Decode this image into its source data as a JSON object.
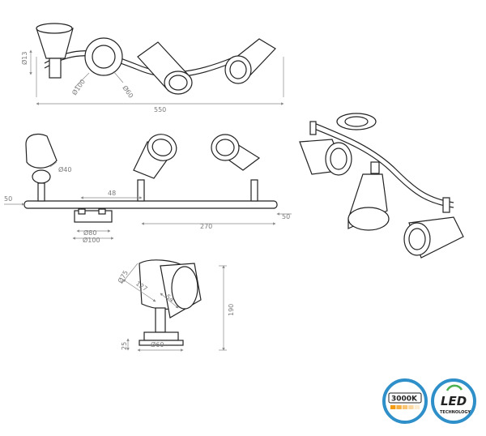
{
  "top_view": {
    "d13": "Ø13",
    "d100": "Ø100",
    "d60": "Ø60",
    "w550": "550"
  },
  "front_view": {
    "d40": "Ø40",
    "w50_left": "50",
    "w48": "48",
    "w50_right": "50",
    "w270": "270",
    "d80": "Ø80",
    "d100": "Ø100"
  },
  "side_view": {
    "d75": "Ø75",
    "d127": "127",
    "d54": "54",
    "h190": "190",
    "h25": "25",
    "d60": "Ø60"
  },
  "badges": {
    "color_temp": {
      "label": "3000K",
      "colors": [
        "#f39c12",
        "#f5b041",
        "#f8c471",
        "#fad7a0",
        "#fdebd0"
      ]
    },
    "led": {
      "label": "LED",
      "sub": "TECHNOLOGY",
      "accent": "#4caf50"
    }
  },
  "ring_color": "#2f8fc9"
}
